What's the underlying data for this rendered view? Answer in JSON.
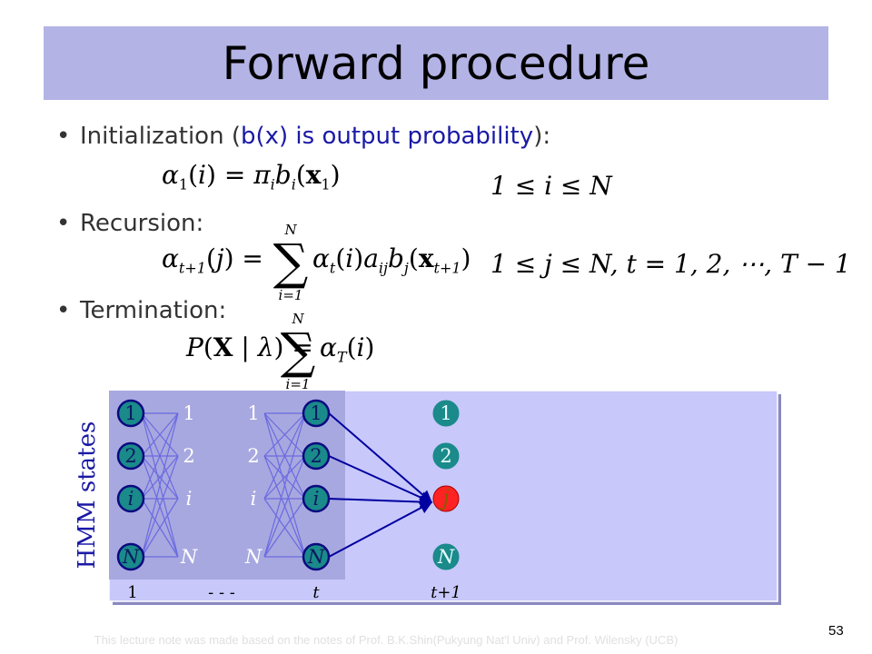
{
  "title": "Forward procedure",
  "bullets": {
    "init_prefix": "Initialization (",
    "init_blue": "b(x) is output probability",
    "init_suffix": "):",
    "recursion": "Recursion:",
    "termination": "Termination:"
  },
  "formulas": {
    "alpha": "α",
    "sub_1": "1",
    "i_var": "i",
    "j_var": "j",
    "pi": "π",
    "b": "b",
    "x_bold": "x",
    "a": "a",
    "sub_ij": "ij",
    "sub_t": "t",
    "sub_t1": "t+1",
    "sub_T": "T",
    "sum_upper": "N",
    "sum_lower": "i=1",
    "P": "P",
    "X_bold": "X",
    "lambda": "λ",
    "bar": "|",
    "equals": "=",
    "open_paren": "(",
    "close_paren": ")",
    "range_init": "1 ≤ i ≤ N",
    "range_rec": "1 ≤ j ≤ N,  t = 1, 2, ⋯, T − 1"
  },
  "diagram": {
    "ylabel": "HMM states",
    "columns": [
      {
        "node_labels": [
          "1",
          "2",
          "i",
          "N"
        ]
      },
      {
        "node_labels": [
          "1",
          "2",
          "i",
          "N"
        ]
      },
      {
        "node_labels": [
          "1",
          "2",
          "i",
          "N"
        ]
      },
      {
        "node_labels": [
          "1",
          "2",
          "i",
          "N"
        ]
      },
      {
        "node_labels": [
          "1",
          "2",
          "j",
          "N"
        ]
      }
    ],
    "time_labels": [
      "1",
      "- - -",
      "t",
      "t+1"
    ],
    "colors": {
      "panel": "#c8c8fa",
      "panel_shade": "#a8a8e0",
      "node_fill": "#1a8a8a",
      "node_outline": "#0a0a80",
      "highlight_fill": "#ff2222",
      "edge": "#6a6ae0",
      "arrow": "#0000a0"
    }
  },
  "footer": "This lecture note was made based on the notes of Prof. B.K.Shin(Pukyung Nat'l Univ) and Prof. Wilensky (UCB)",
  "page_number": "53"
}
